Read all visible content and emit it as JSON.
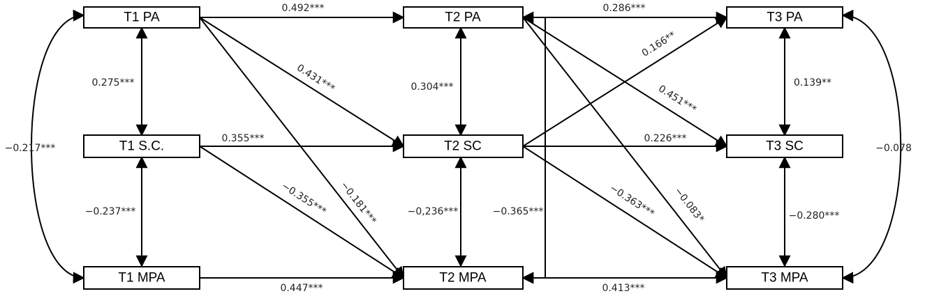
{
  "colors": {
    "stroke": "#000000",
    "background": "#ffffff",
    "label": "#222222"
  },
  "nodes": {
    "t1_pa": {
      "label": "T1 PA"
    },
    "t1_sc": {
      "label": "T1 S.C."
    },
    "t1_mpa": {
      "label": "T1 MPA"
    },
    "t2_pa": {
      "label": "T2 PA"
    },
    "t2_sc": {
      "label": "T2 SC"
    },
    "t2_mpa": {
      "label": "T2 MPA"
    },
    "t3_pa": {
      "label": "T3 PA"
    },
    "t3_sc": {
      "label": "T3 SC"
    },
    "t3_mpa": {
      "label": "T3 MPA"
    }
  },
  "edges": {
    "t1pa_t2pa": {
      "label": "0.492***",
      "from": "T1 PA",
      "to": "T2 PA"
    },
    "t2pa_t3pa": {
      "label": "0.286***",
      "from": "T2 PA",
      "to": "T3 PA"
    },
    "t1pa_t1sc": {
      "label": "0.275***",
      "from": "T1 PA",
      "to": "T1 S.C."
    },
    "t1sc_t1mpa": {
      "label": "−0.237***",
      "from": "T1 S.C.",
      "to": "T1 MPA"
    },
    "t1pa_t1mpa": {
      "label": "−0.217***",
      "from": "T1 PA",
      "to": "T1 MPA"
    },
    "t1pa_t2sc": {
      "label": "0.431***",
      "from": "T1 PA",
      "to": "T2 SC"
    },
    "t1pa_t2mpa": {
      "label": "−0.181***",
      "from": "T1 PA",
      "to": "T2 MPA"
    },
    "t1sc_t2sc": {
      "label": "0.355***",
      "from": "T1 S.C.",
      "to": "T2 SC"
    },
    "t1sc_t2mpa": {
      "label": "−0.355***",
      "from": "T1 S.C.",
      "to": "T2 MPA"
    },
    "t1mpa_t2mpa": {
      "label": "0.447***",
      "from": "T1 MPA",
      "to": "T2 MPA"
    },
    "t2pa_t2sc": {
      "label": "0.304***",
      "from": "T2 PA",
      "to": "T2 SC"
    },
    "t2sc_t2mpa": {
      "label": "−0,236***",
      "from": "T2 SC",
      "to": "T2 MPA"
    },
    "t2pa_t2mpa": {
      "label": "−0.365***",
      "from": "T2 PA",
      "to": "T2 MPA"
    },
    "t2pa_t3sc": {
      "label": "0.451***",
      "from": "T2 PA",
      "to": "T3 SC"
    },
    "t2pa_t3mpa": {
      "label": "−0.083*",
      "from": "T2 PA",
      "to": "T3 MPA"
    },
    "t2sc_t3pa": {
      "label": "0.166**",
      "from": "T2 SC",
      "to": "T3 PA"
    },
    "t2sc_t3sc": {
      "label": "0.226***",
      "from": "T2 SC",
      "to": "T3 SC"
    },
    "t2sc_t3mpa": {
      "label": "−0.363***",
      "from": "T2 SC",
      "to": "T3 MPA"
    },
    "t2mpa_t3mpa": {
      "label": "0.413***",
      "from": "T2 MPA",
      "to": "T3 MPA"
    },
    "t3pa_t3sc": {
      "label": "0.139**",
      "from": "T3 PA",
      "to": "T3 SC"
    },
    "t3sc_t3mpa": {
      "label": "−0.280***",
      "from": "T3 SC",
      "to": "T3 MPA"
    },
    "t3pa_t3mpa": {
      "label": "−0.078",
      "from": "T3 PA",
      "to": "T3 MPA"
    }
  }
}
